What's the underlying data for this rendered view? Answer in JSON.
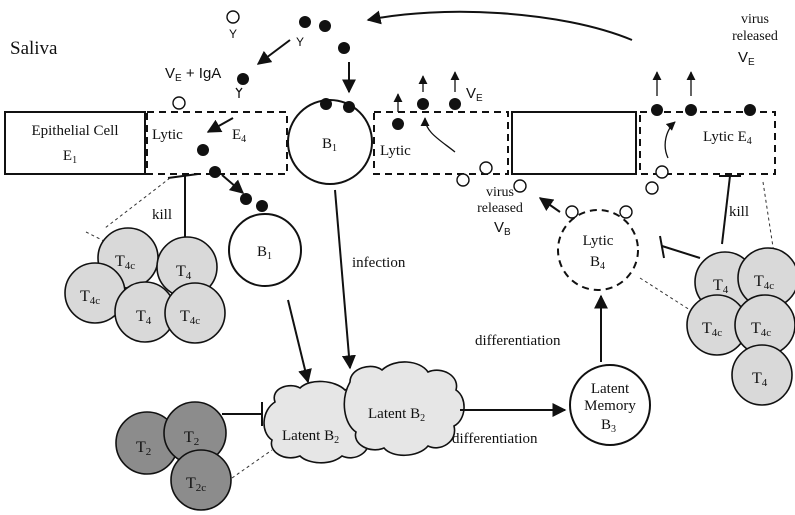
{
  "labels": {
    "saliva": "Saliva",
    "epithelial_cell_name": "Epithelial Cell",
    "e1": "E",
    "e1_sub": "1",
    "lytic_e4_left": "Lytic",
    "e4_left_main": "E",
    "e4_left_sub": "4",
    "b1_top_main": "B",
    "b1_top_sub": "1",
    "lytic_middle": "Lytic",
    "lytic_e4_right": "Lytic E",
    "e4_right_sub": "4",
    "ve_iga_main": "V",
    "ve_iga_sub": "E",
    "ve_iga_rest": " + IgA",
    "ve_mid_main": "V",
    "ve_mid_sub": "E",
    "virus_released_right_line1": "virus",
    "virus_released_right_line2": "released",
    "ve_right_main": "V",
    "ve_right_sub": "E",
    "kill_left": "kill",
    "kill_right": "kill",
    "b1_lower_main": "B",
    "b1_lower_sub": "1",
    "infection": "infection",
    "virus_released_vb_line1": "virus",
    "virus_released_vb_line2": "released",
    "vb_main": "V",
    "vb_sub": "B",
    "lytic_b4_line1": "Lytic",
    "b4_main": "B",
    "b4_sub": "4",
    "differentiation_upper": "differentiation",
    "differentiation_lower": "differentiation",
    "latent_b2_a_main": "Latent B",
    "latent_b2_a_sub": "2",
    "latent_b2_b_main": "Latent B",
    "latent_b2_b_sub": "2",
    "latent_memory_line1": "Latent",
    "latent_memory_line2": "Memory",
    "b3_main": "B",
    "b3_sub": "3",
    "antibody_y1": "Y",
    "antibody_y2": "Y"
  },
  "t_cells_left": [
    {
      "main": "T",
      "sub": "4c"
    },
    {
      "main": "T",
      "sub": "4"
    },
    {
      "main": "T",
      "sub": "4c"
    },
    {
      "main": "T",
      "sub": "4"
    },
    {
      "main": "T",
      "sub": "4c"
    }
  ],
  "t_cells_right": [
    {
      "main": "T",
      "sub": "4"
    },
    {
      "main": "T",
      "sub": "4c"
    },
    {
      "main": "T",
      "sub": "4c"
    },
    {
      "main": "T",
      "sub": "4c"
    },
    {
      "main": "T",
      "sub": "4"
    }
  ],
  "t_cells_bottom": [
    {
      "main": "T",
      "sub": "2"
    },
    {
      "main": "T",
      "sub": "2"
    },
    {
      "main": "T",
      "sub": "2c"
    }
  ],
  "colors": {
    "t4_fill": "#d9d9d9",
    "t2_fill": "#8c8c8c",
    "latent_fill": "#e6e6e6",
    "ink": "#111111"
  }
}
